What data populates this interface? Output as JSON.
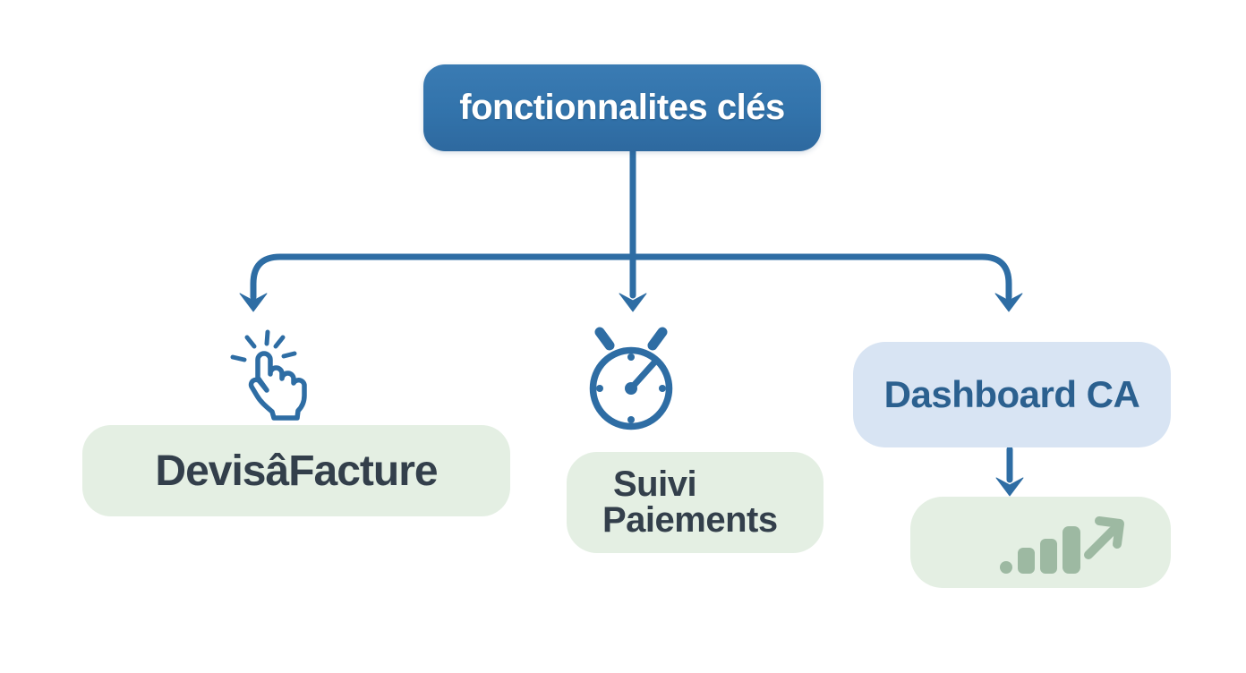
{
  "title": {
    "label": "fonctionnalites clés"
  },
  "branches": {
    "devis_facture": {
      "label": "DevisâFacture",
      "icon": "click-hand-icon"
    },
    "suivi_paiements": {
      "label_line1": "Suivi",
      "label_line2": "Paiements",
      "icon": "stopwatch-icon"
    },
    "dashboard_ca": {
      "label": "Dashboard CA",
      "child": {
        "icon": "bar-chart-growth-icon"
      }
    }
  },
  "colors": {
    "arrow_blue": "#2E6DA4",
    "root_box_blue": "#3273AB",
    "light_green": "#E4EFE3",
    "light_blue": "#D8E4F3",
    "dark_text": "#333F4B",
    "dashboard_text": "#2B608F",
    "sage_icon": "#9DB9A2",
    "white_text": "#FFFFFF"
  }
}
